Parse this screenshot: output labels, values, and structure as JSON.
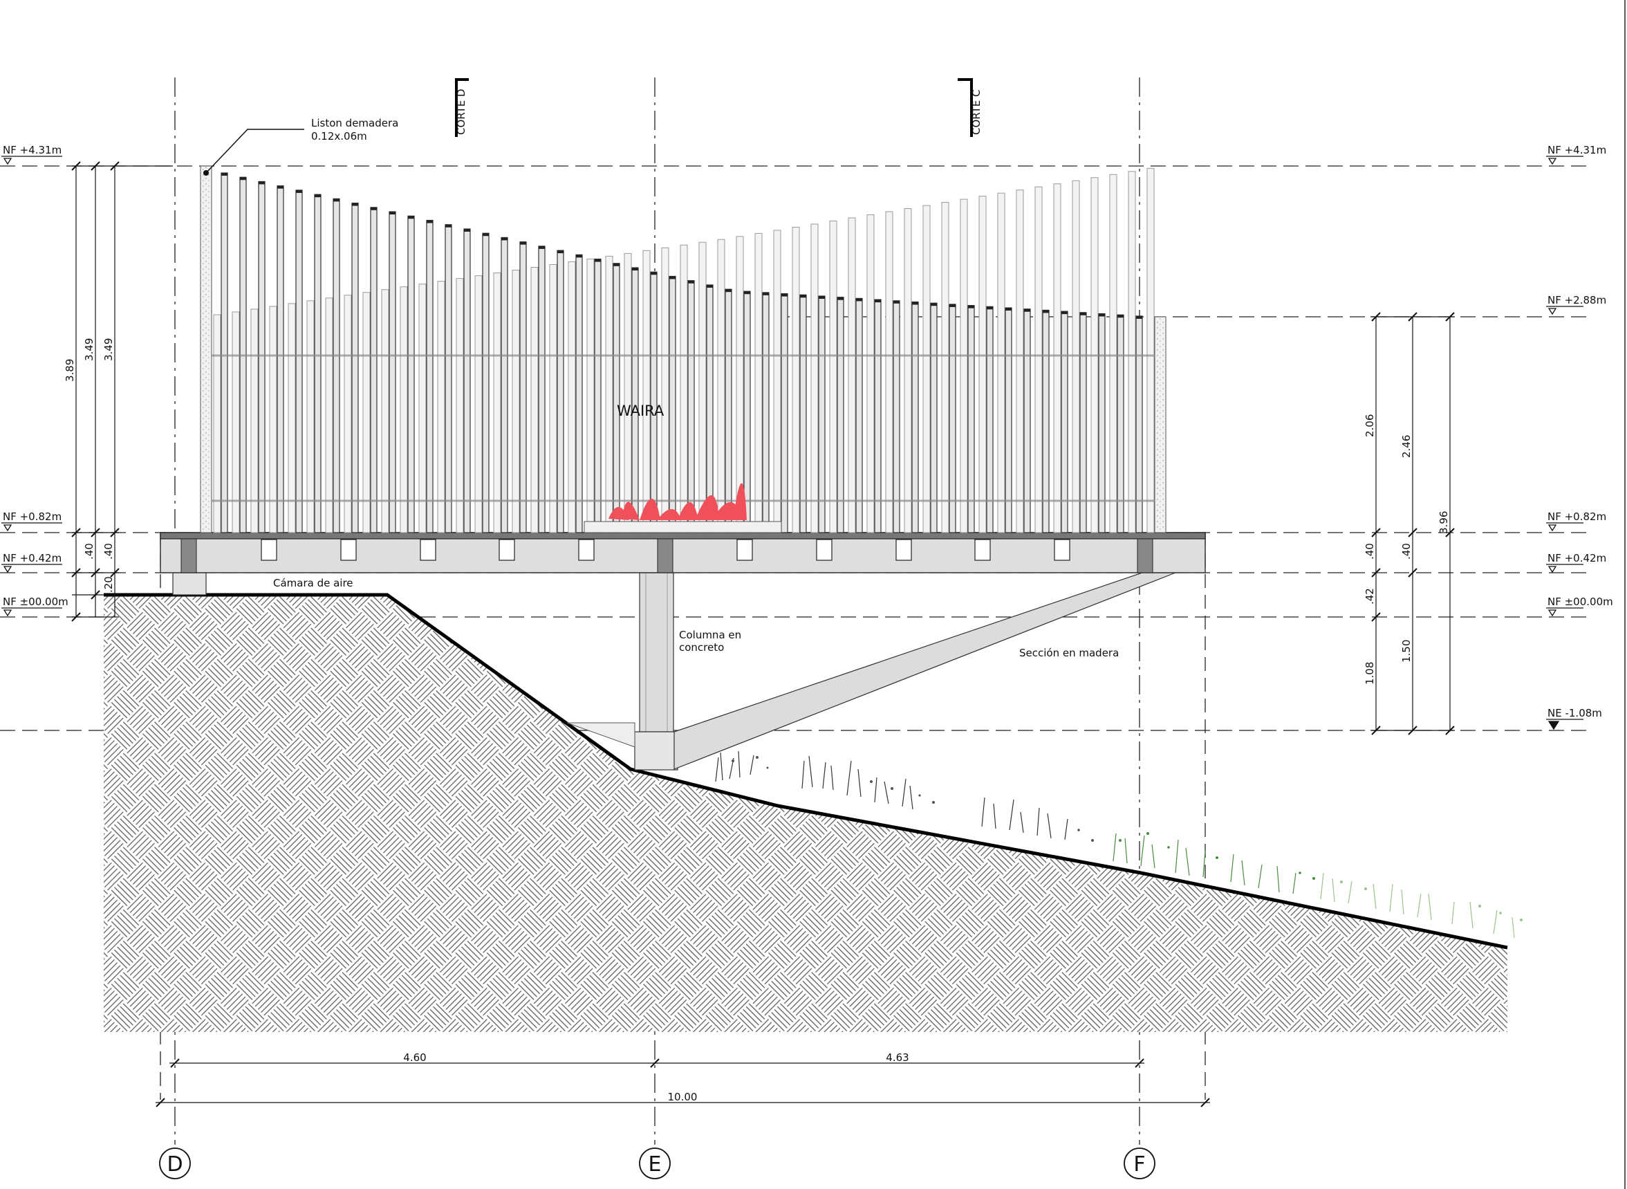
{
  "levels": {
    "nf_431": "NF +4.31m",
    "nf_288": "NF +2.88m",
    "nf_082": "NF +0.82m",
    "nf_042": "NF +0.42m",
    "nf_000": "NF ±00.00m",
    "ne_108": "NE -1.08m"
  },
  "axes": {
    "d": "D",
    "e": "E",
    "f": "F"
  },
  "cuts": {
    "d": "CORTE D",
    "c": "CORTE C"
  },
  "notes": {
    "liston_line1": "Liston demadera",
    "liston_line2": "0.12x.06m",
    "title": "WAIRA",
    "camara": "Cámara de aire",
    "columna_line1": "Columna en",
    "columna_line2": "concreto",
    "seccion": "Sección en madera"
  },
  "dims": {
    "left_389": "3.89",
    "left_349a": "3.49",
    "left_349b": "3.49",
    "left_40a": ".40",
    "left_40b": ".40",
    "left_20": ".20",
    "right_206": "2.06",
    "right_246": "2.46",
    "right_396": "3.96",
    "right_40a": ".40",
    "right_40b": ".40",
    "right_42": ".42",
    "right_108": "1.08",
    "right_150": "1.50",
    "bottom_460": "4.60",
    "bottom_463": "4.63",
    "bottom_1000": "10.00"
  },
  "colors": {
    "line": "#111111",
    "concrete": "#dcdcdc",
    "fire": "#f0505a",
    "vegetation": "#5b9a52"
  }
}
